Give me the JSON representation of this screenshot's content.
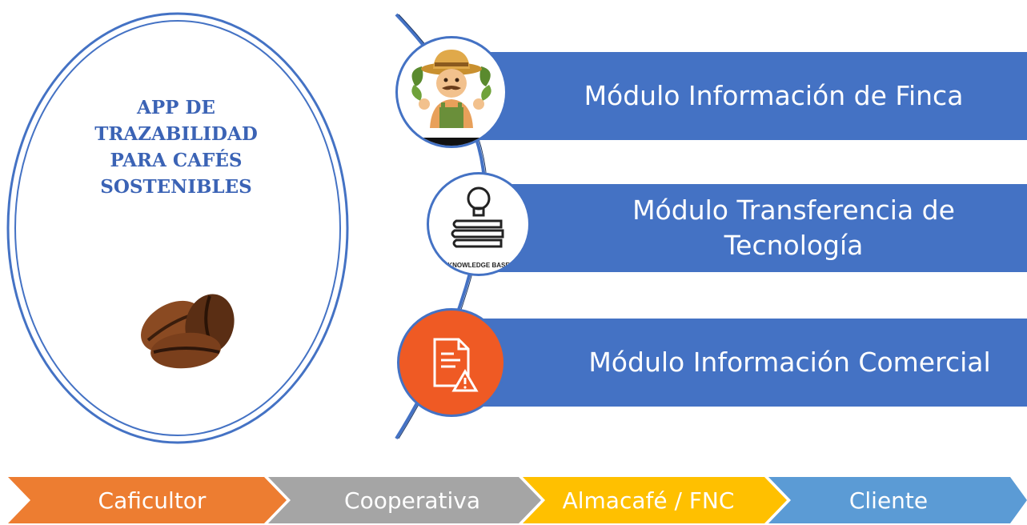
{
  "app": {
    "title_lines": [
      "APP DE",
      "TRAZABILIDAD",
      "PARA CAFÉS",
      "SOSTENIBLES"
    ]
  },
  "modules": [
    {
      "label": "Módulo Información de Finca",
      "icon": "farmer-icon"
    },
    {
      "label": "Módulo Transferencia de Tecnología",
      "icon": "knowledge-base-icon",
      "icon_caption": "KNOWLEDGE BASE"
    },
    {
      "label": "Módulo Información Comercial",
      "icon": "document-warning-icon"
    }
  ],
  "process": [
    {
      "label": "Caficultor",
      "color": "#ed7d31"
    },
    {
      "label": "Cooperativa",
      "color": "#a5a5a5"
    },
    {
      "label": "Almacafé / FNC",
      "color": "#ffc000"
    },
    {
      "label": "Cliente",
      "color": "#5b9bd5"
    }
  ],
  "colors": {
    "accent": "#4472c4",
    "title": "#3b63b5",
    "bean": "#6b3a1f",
    "alert": "#ef5a24"
  }
}
